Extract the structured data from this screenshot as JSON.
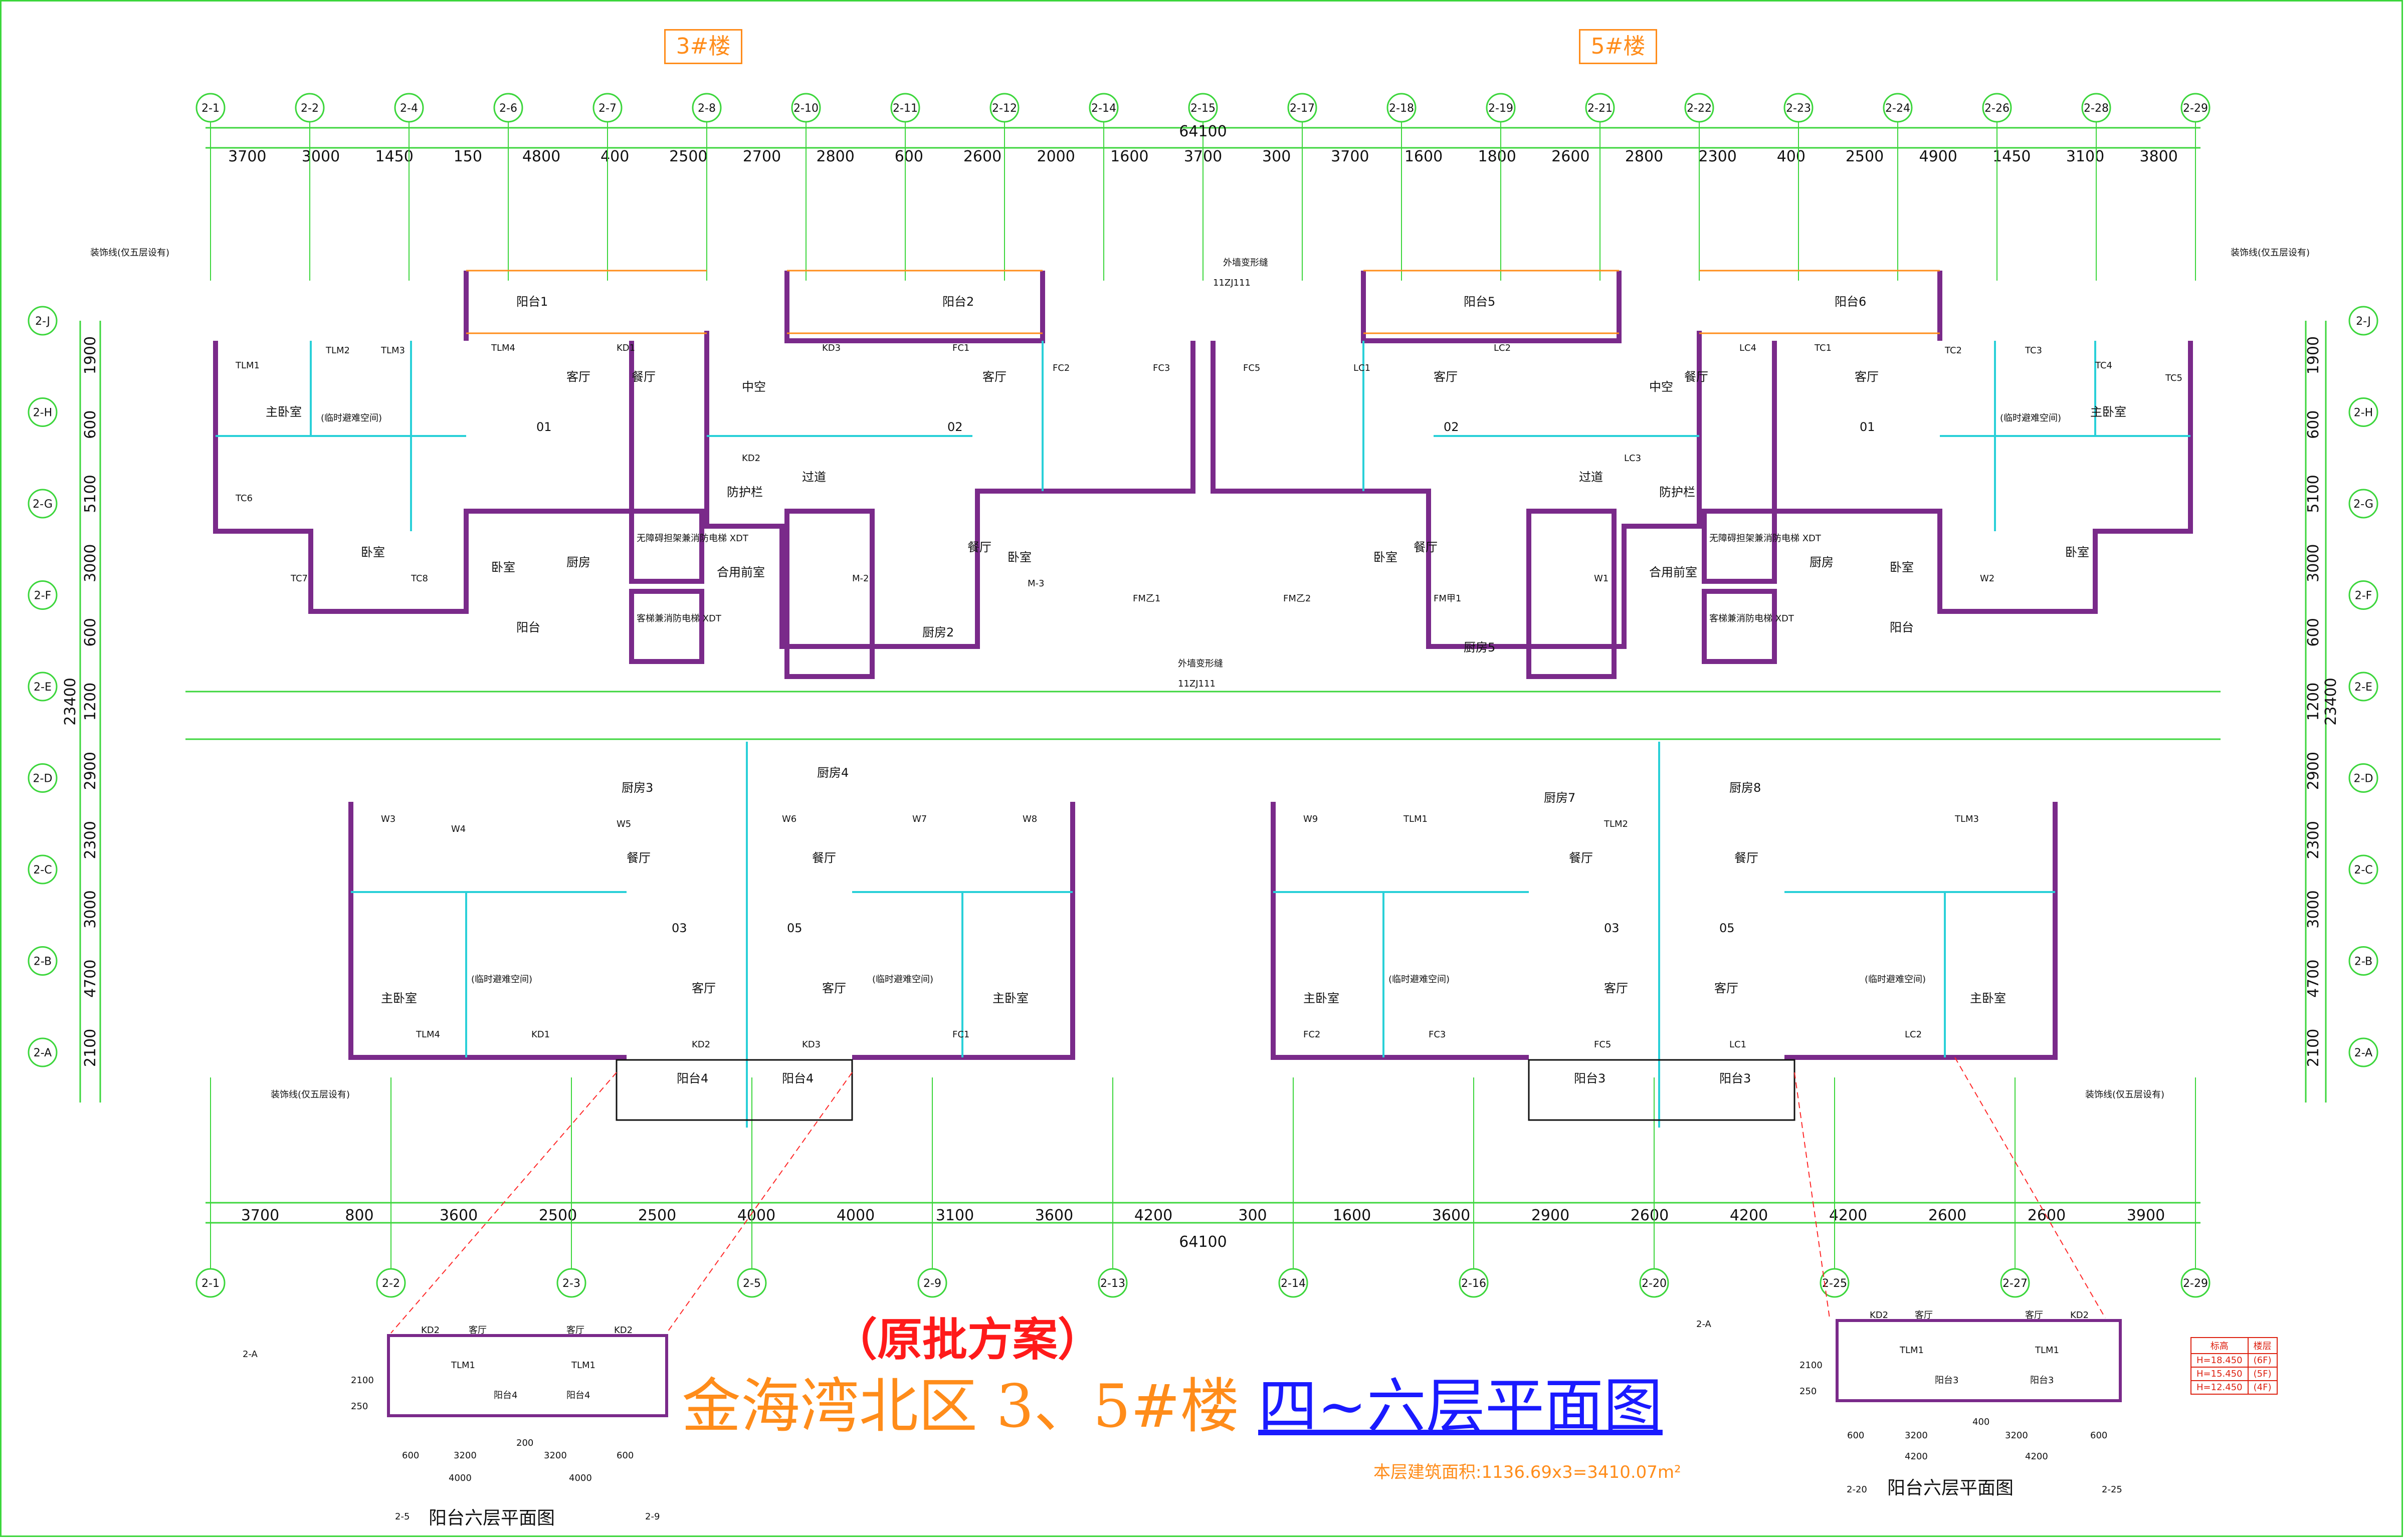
{
  "buildings": {
    "left": "3#楼",
    "right": "5#楼"
  },
  "total_dimension": "64100",
  "top_axes": [
    "2-1",
    "2-2",
    "2-4",
    "2-6",
    "2-7",
    "2-8",
    "2-10",
    "2-11",
    "2-12",
    "2-14",
    "2-15",
    "2-17",
    "2-18",
    "2-19",
    "2-21",
    "2-22",
    "2-23",
    "2-24",
    "2-26",
    "2-28",
    "2-29"
  ],
  "top_dims": [
    "3700",
    "3000",
    "1450",
    "150",
    "4800",
    "400",
    "2500",
    "2700",
    "2800",
    "600",
    "2600",
    "2000",
    "1600",
    "3700",
    "300",
    "3700",
    "1600",
    "1800",
    "2600",
    "2800",
    "2300",
    "400",
    "2500",
    "4900",
    "1450",
    "3100",
    "3800"
  ],
  "bottom_axes": [
    "2-1",
    "2-2",
    "2-3",
    "2-5",
    "2-9",
    "2-13",
    "2-14",
    "2-16",
    "2-20",
    "2-25",
    "2-27",
    "2-29"
  ],
  "bottom_dims": [
    "3700",
    "800",
    "3600",
    "2500",
    "2500",
    "4000",
    "4000",
    "3100",
    "3600",
    "4200",
    "300",
    "1600",
    "3600",
    "2900",
    "2600",
    "4200",
    "4200",
    "2600",
    "2600",
    "3900"
  ],
  "left_axes": [
    "2-J",
    "2-H",
    "2-G",
    "2-F",
    "2-E",
    "2-D",
    "2-C",
    "2-B",
    "2-A"
  ],
  "left_dims": [
    "1900",
    "600",
    "5100",
    "3000",
    "600",
    "1200",
    "2900",
    "2300",
    "3000",
    "4700",
    "2100"
  ],
  "left_total": "23400",
  "rooms": {
    "living": "客厅",
    "dining": "餐厅",
    "bedroom": "卧室",
    "master": "主卧室",
    "kitchen": "厨房",
    "balcony": "阳台",
    "court": "中空",
    "aisle": "过道",
    "shelter": "(临时避难空间)",
    "public": "合用前室",
    "rail": "防护栏"
  },
  "units": [
    "01",
    "02",
    "03",
    "05"
  ],
  "balconies": [
    "阳台1",
    "阳台2",
    "阳台3",
    "阳台4",
    "阳台5",
    "阳台6"
  ],
  "kitchens": [
    "厨房2",
    "厨房3",
    "厨房4",
    "厨房5",
    "厨房7",
    "厨房8"
  ],
  "lifts": [
    "无障碍担架兼消防电梯 XDT",
    "客梯兼消防电梯 XDT"
  ],
  "notes": {
    "deco_line": "装饰线(仅五层设有)",
    "deform_joint": "外墙变形缝",
    "std_ref": "11ZJ111"
  },
  "codes": [
    "TLM1",
    "TLM2",
    "TLM3",
    "TLM4",
    "KD1",
    "KD2",
    "KD3",
    "FC1",
    "FC2",
    "FC3",
    "FC5",
    "LC1",
    "LC2",
    "LC3",
    "LC4",
    "TC1",
    "TC2",
    "TC3",
    "TC4",
    "TC5",
    "TC6",
    "TC7",
    "TC8",
    "M-2",
    "M-3",
    "FM乙1",
    "FM乙2",
    "FM甲1",
    "W1",
    "W2",
    "W3",
    "W4",
    "W5",
    "W6",
    "W7",
    "W8",
    "W9"
  ],
  "title": {
    "approval": "（原批方案）",
    "main": "金海湾北区 3、5#楼 ",
    "main_blue": "四~六层平面图",
    "area": "本层建筑面积:1136.69x3=3410.07m²"
  },
  "sub_plans": {
    "left": {
      "title": "阳台六层平面图",
      "axes": [
        "2-5",
        "2-9"
      ],
      "dims": [
        "600",
        "3200",
        "200",
        "3200",
        "600"
      ],
      "totals": [
        "4000",
        "4000"
      ],
      "labels": [
        "客厅",
        "客厅",
        "阳台4",
        "阳台4",
        "TLM1",
        "TLM1",
        "KD2",
        "KD2"
      ],
      "vdims": [
        "250",
        "2100"
      ]
    },
    "right": {
      "title": "阳台六层平面图",
      "axes": [
        "2-20",
        "2-25"
      ],
      "dims": [
        "600",
        "3200",
        "400",
        "3200",
        "600"
      ],
      "totals": [
        "4200",
        "4200"
      ],
      "labels": [
        "客厅",
        "客厅",
        "阳台3",
        "阳台3",
        "TLM1",
        "TLM1",
        "KD2",
        "KD2"
      ],
      "vdims": [
        "250",
        "2100"
      ]
    }
  },
  "elevation_table": {
    "headers": [
      "标高",
      "楼层"
    ],
    "rows": [
      [
        "H=18.450",
        "(6F)"
      ],
      [
        "H=15.450",
        "(5F)"
      ],
      [
        "H=12.450",
        "(4F)"
      ]
    ]
  }
}
